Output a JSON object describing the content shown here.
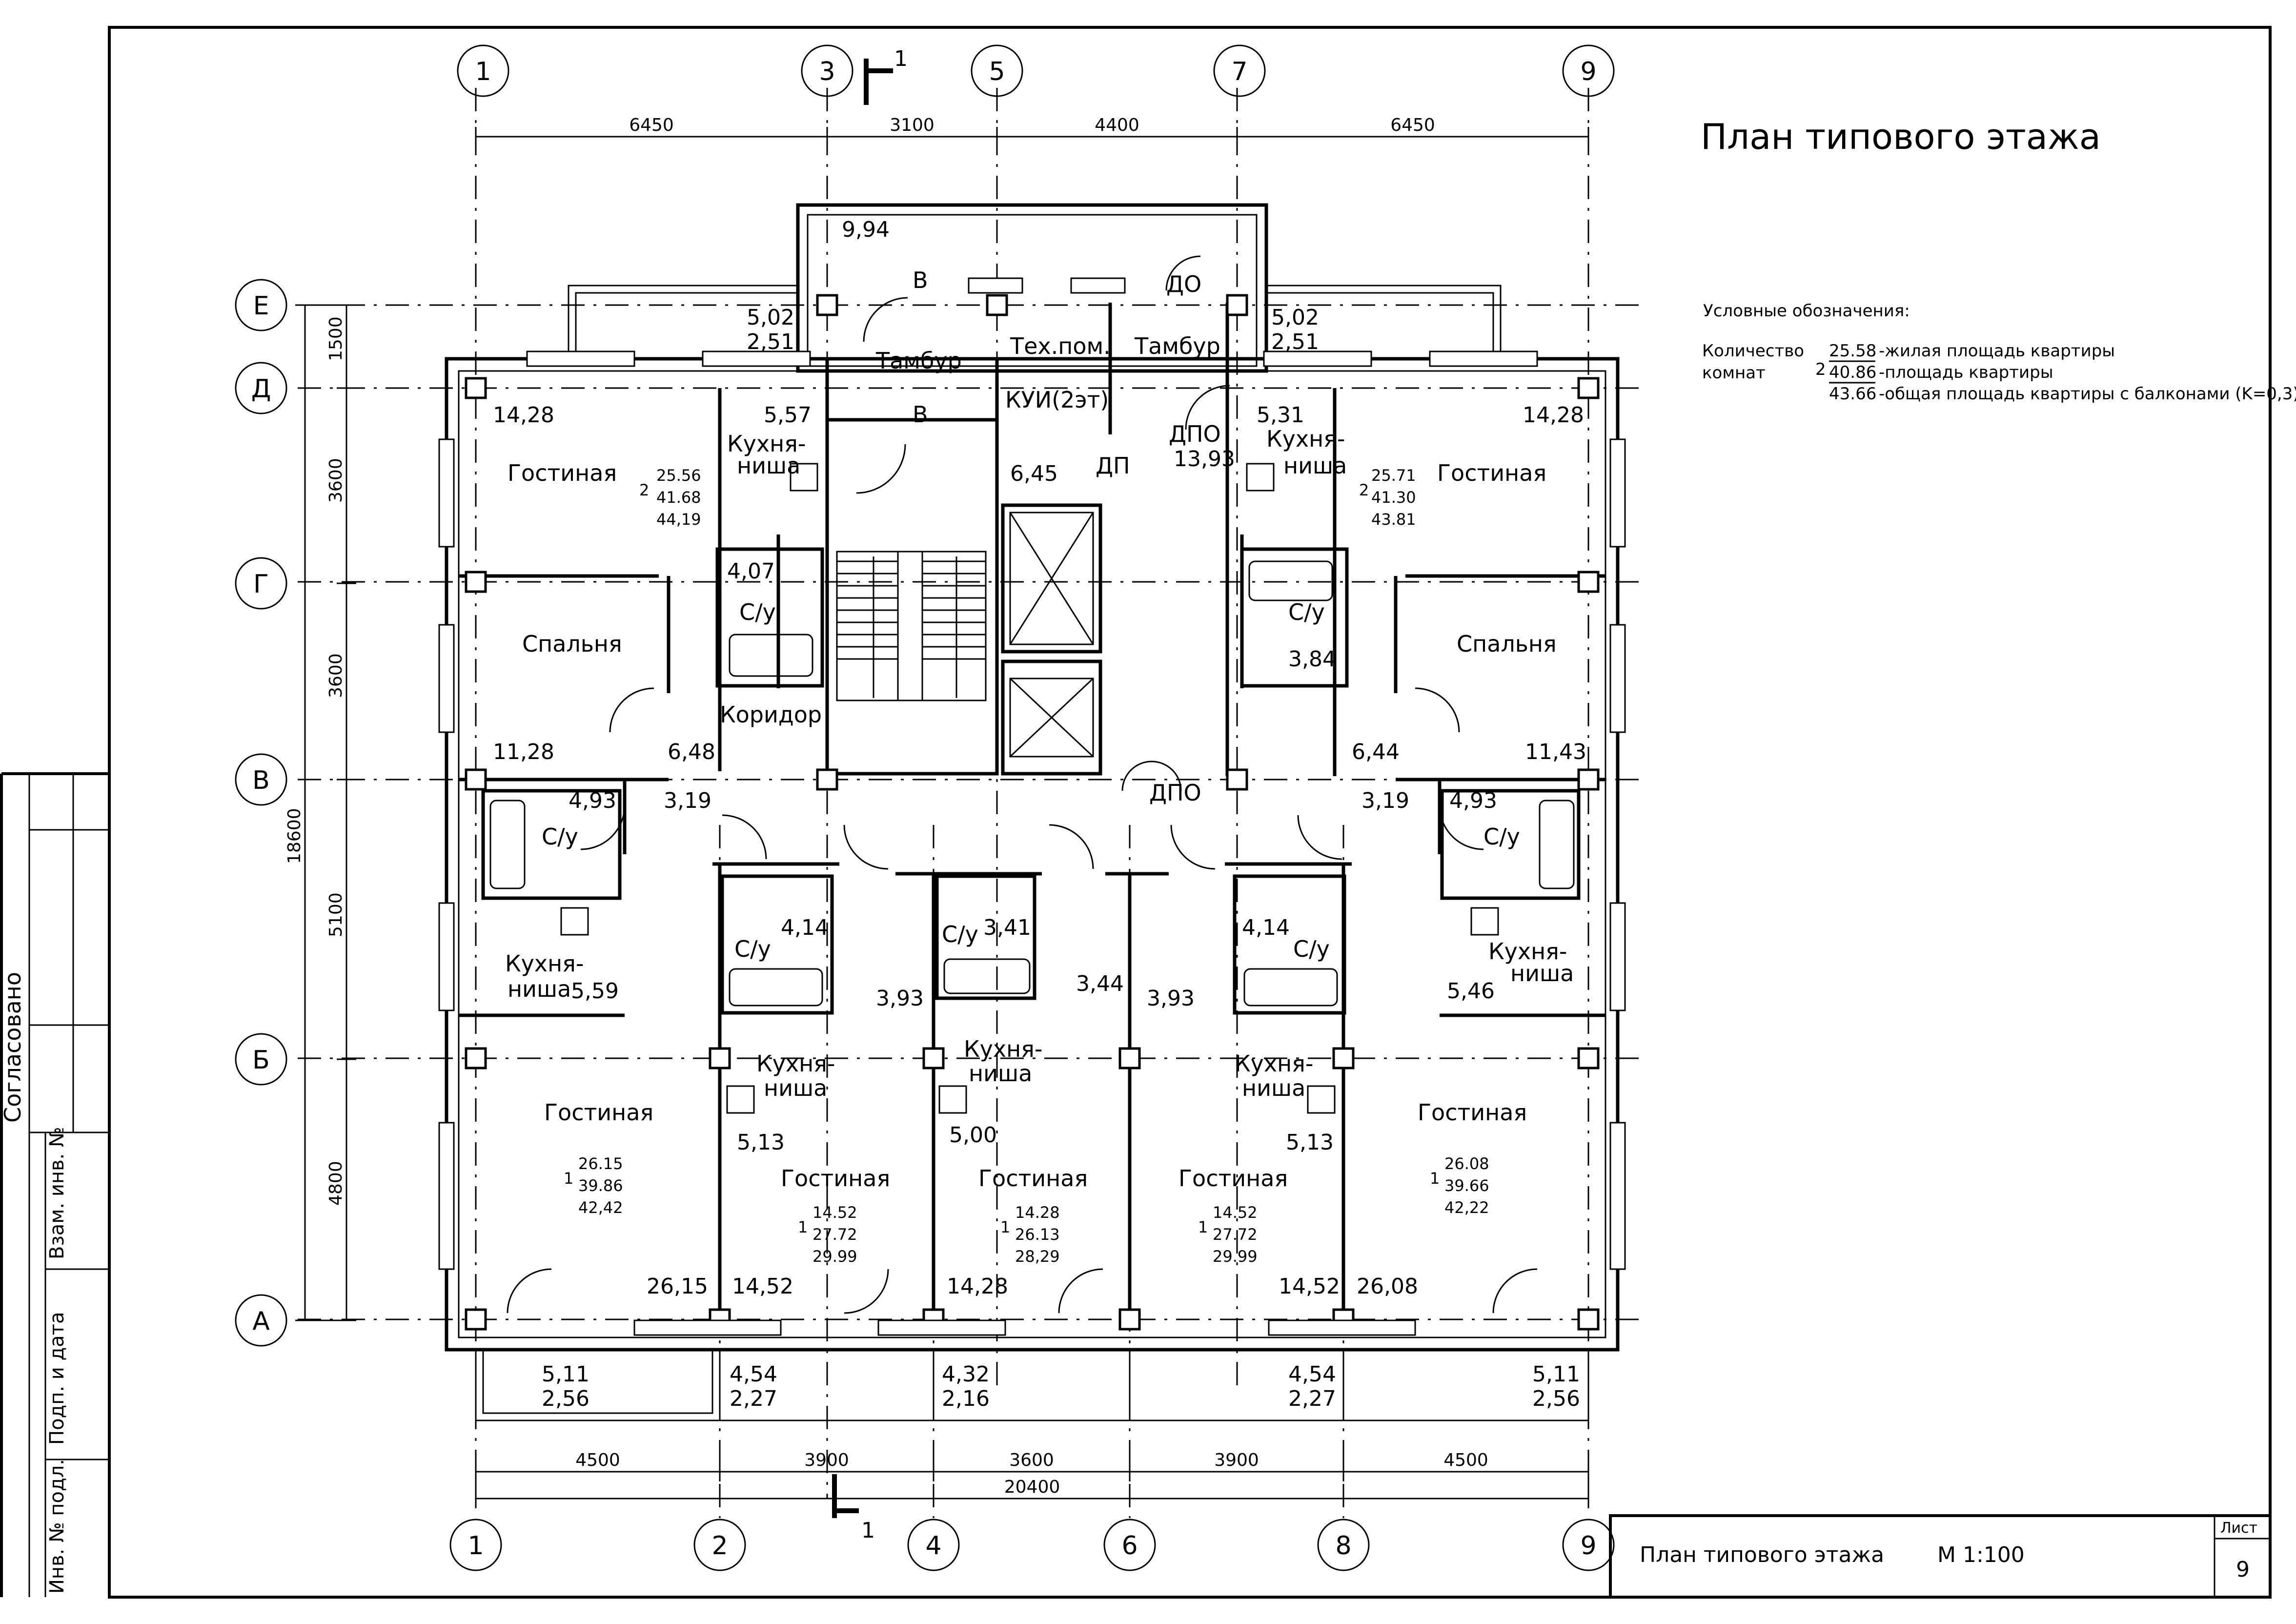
{
  "title": "План типового этажа",
  "legend": {
    "header": "Условные обозначения:",
    "count_label_1": "Количество",
    "count_label_2": "комнат",
    "rooms_prefix": "2",
    "living_value": "25.58",
    "living_label": "-жилая площадь квартиры",
    "area_value": "40.86",
    "area_label": "-площадь квартиры",
    "total_value": "43.66",
    "total_label": "-общая площадь квартиры с балконами (K=0,3)"
  },
  "grid_axes": {
    "top": [
      "1",
      "3",
      "5",
      "7",
      "9"
    ],
    "bottom": [
      "1",
      "2",
      "4",
      "6",
      "8",
      "9"
    ],
    "left": [
      "Е",
      "Д",
      "Г",
      "В",
      "Б",
      "А"
    ]
  },
  "dimensions": {
    "top": [
      "6450",
      "3100",
      "4400",
      "6450"
    ],
    "bottom": [
      "4500",
      "3900",
      "3600",
      "3900",
      "4500"
    ],
    "bottom_total": "20400",
    "left": [
      "1500",
      "3600",
      "3600",
      "5100",
      "4800"
    ],
    "left_total": "18600"
  },
  "section_mark": "1",
  "rooms": {
    "gostinaya": "Гостиная",
    "spalnya": "Спальня",
    "kitchen_1": "Кухня-",
    "kitchen_2": "ниша",
    "su": "С/у",
    "tambur": "Тамбур",
    "tech_1": "Тех.пом.",
    "tech_2": "КУИ(2эт)",
    "koridor": "Коридор",
    "dpo": "ДПО",
    "dp": "ДП",
    "do": "ДО",
    "v": "В"
  },
  "areas": [
    "9,94",
    "5,02",
    "2,51",
    "5,02",
    "2,51",
    "14,28",
    "5,57",
    "5,31",
    "14,28",
    "6,45",
    "13,93",
    "4,07",
    "3,84",
    "11,28",
    "6,48",
    "6,44",
    "11,43",
    "4,93",
    "3,19",
    "3,19",
    "4,93",
    "4,14",
    "3,41",
    "4,14",
    "5,59",
    "3,93",
    "3,44",
    "3,93",
    "5,46",
    "5,13",
    "5,00",
    "5,13",
    "26,15",
    "14,52",
    "14,28",
    "14,52",
    "26,08",
    "5,11",
    "2,56",
    "4,54",
    "2,27",
    "4,32",
    "2,16",
    "4,54",
    "2,27",
    "5,11",
    "2,56"
  ],
  "apartments": [
    {
      "rooms": "2",
      "living": "25.56",
      "area": "41.68",
      "total": "44,19"
    },
    {
      "rooms": "2",
      "living": "25.71",
      "area": "41.30",
      "total": "43.81"
    },
    {
      "rooms": "1",
      "living": "26.15",
      "area": "39.86",
      "total": "42,42"
    },
    {
      "rooms": "1",
      "living": "14.52",
      "area": "27.72",
      "total": "29.99"
    },
    {
      "rooms": "1",
      "living": "14.28",
      "area": "26.13",
      "total": "28,29"
    },
    {
      "rooms": "1",
      "living": "14.52",
      "area": "27.72",
      "total": "29.99"
    },
    {
      "rooms": "1",
      "living": "26.08",
      "area": "39.66",
      "total": "42,22"
    }
  ],
  "side_stamp": {
    "agreed": "Согласовано",
    "row1": "Взам. инв. №",
    "row2": "Подп. и дата",
    "row3": "Инв. № подл."
  },
  "title_block": {
    "caption": "План типового этажа",
    "scale": "М 1:100",
    "sheet_label": "Лист",
    "sheet_number": "9"
  }
}
